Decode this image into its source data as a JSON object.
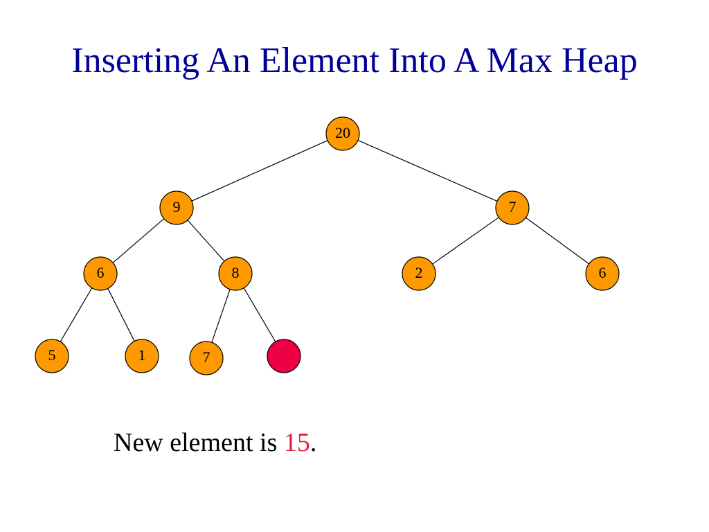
{
  "title": "Inserting An Element Into A Max Heap",
  "heap": {
    "nodes": [
      {
        "id": "n1",
        "label": "20",
        "state": "normal"
      },
      {
        "id": "n2",
        "label": "9",
        "state": "normal"
      },
      {
        "id": "n3",
        "label": "7",
        "state": "normal"
      },
      {
        "id": "n4",
        "label": "6",
        "state": "normal"
      },
      {
        "id": "n5",
        "label": "8",
        "state": "normal"
      },
      {
        "id": "n6",
        "label": "2",
        "state": "normal"
      },
      {
        "id": "n7",
        "label": "6",
        "state": "normal"
      },
      {
        "id": "n8",
        "label": "5",
        "state": "normal"
      },
      {
        "id": "n9",
        "label": "1",
        "state": "normal"
      },
      {
        "id": "n10",
        "label": "7",
        "state": "normal"
      },
      {
        "id": "n11",
        "label": "",
        "state": "new"
      }
    ],
    "edges": [
      [
        "n1",
        "n2"
      ],
      [
        "n1",
        "n3"
      ],
      [
        "n2",
        "n4"
      ],
      [
        "n2",
        "n5"
      ],
      [
        "n3",
        "n6"
      ],
      [
        "n3",
        "n7"
      ],
      [
        "n4",
        "n8"
      ],
      [
        "n4",
        "n9"
      ],
      [
        "n5",
        "n10"
      ],
      [
        "n5",
        "n11"
      ]
    ]
  },
  "colors": {
    "title": "#000099",
    "node_fill": "#ff9900",
    "new_node_fill": "#ee0044",
    "highlight": "#e8193c"
  },
  "caption": {
    "prefix": "New element is ",
    "value": "15",
    "suffix": "."
  }
}
